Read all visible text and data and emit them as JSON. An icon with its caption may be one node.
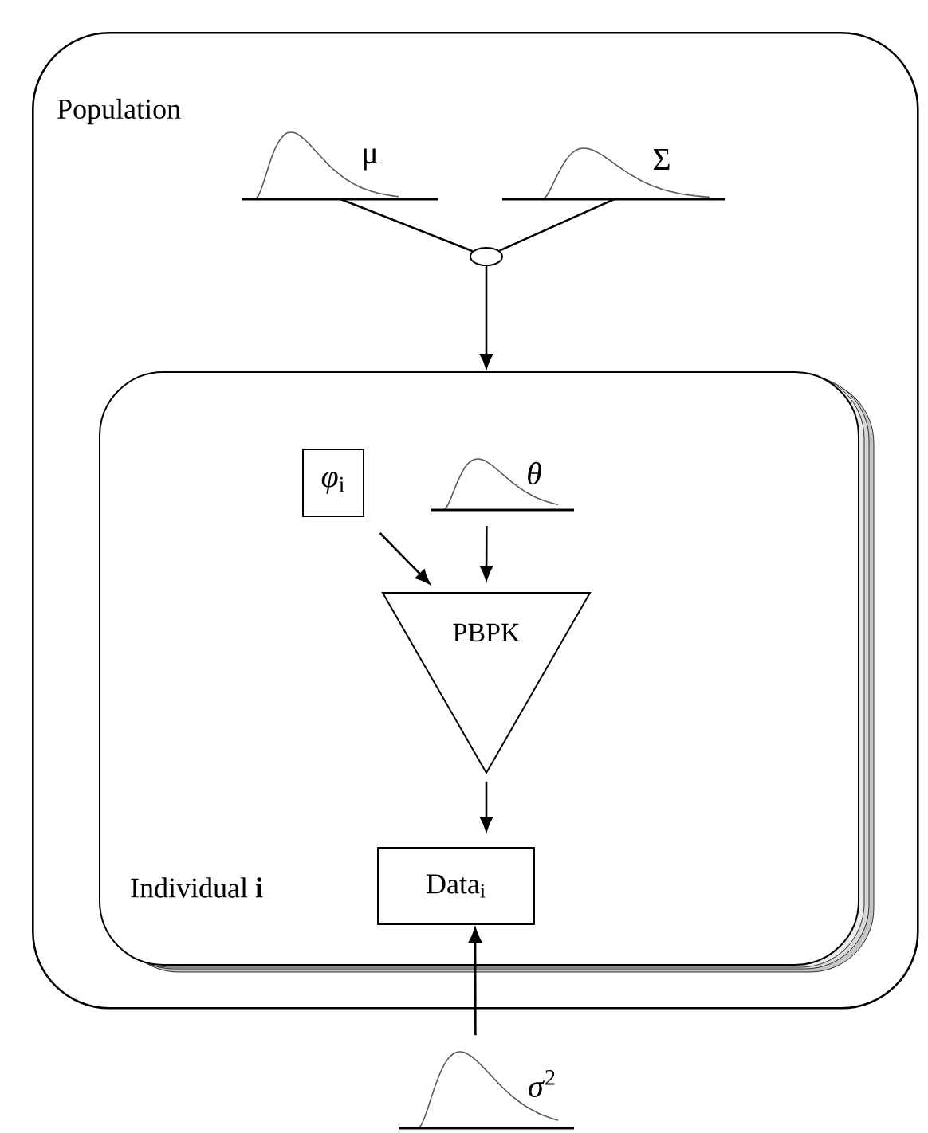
{
  "diagram": {
    "nodes": [
      {
        "text": [
          "Population"
        ]
      },
      {
        "text": [
          "μ"
        ],
        "in": 0
      },
      {
        "text": [
          "Σ"
        ],
        "in": 0
      },
      {
        "text": [],
        "shape": "circle",
        "in": 0
      },
      {
        "text": [
          "Individual **i**"
        ],
        "in": 0
      },
      {
        "text": [
          "*φ*$_{i}$"
        ],
        "in": 4
      },
      {
        "text": [
          "θ"
        ],
        "in": 4
      },
      {
        "text": [
          "PBPK"
        ],
        "in": 4
      },
      {
        "text": [
          "Data$_{i}$"
        ],
        "in": 4
      },
      {
        "text": [
          "*σ*$^{2}$"
        ]
      }
    ],
    "edges": [
      {
        "from": 1,
        "to": 3,
        "arrow": "none"
      },
      {
        "from": 2,
        "to": 3,
        "arrow": "none"
      },
      {
        "from": 3,
        "to": 4,
        "arrow": "to"
      },
      {
        "from": 5,
        "to": 7,
        "arrow": "to"
      },
      {
        "from": 6,
        "to": 7,
        "arrow": "to"
      },
      {
        "from": 7,
        "to": 8,
        "arrow": "to"
      },
      {
        "from": 9,
        "to": 8,
        "arrow": "to"
      }
    ]
  }
}
